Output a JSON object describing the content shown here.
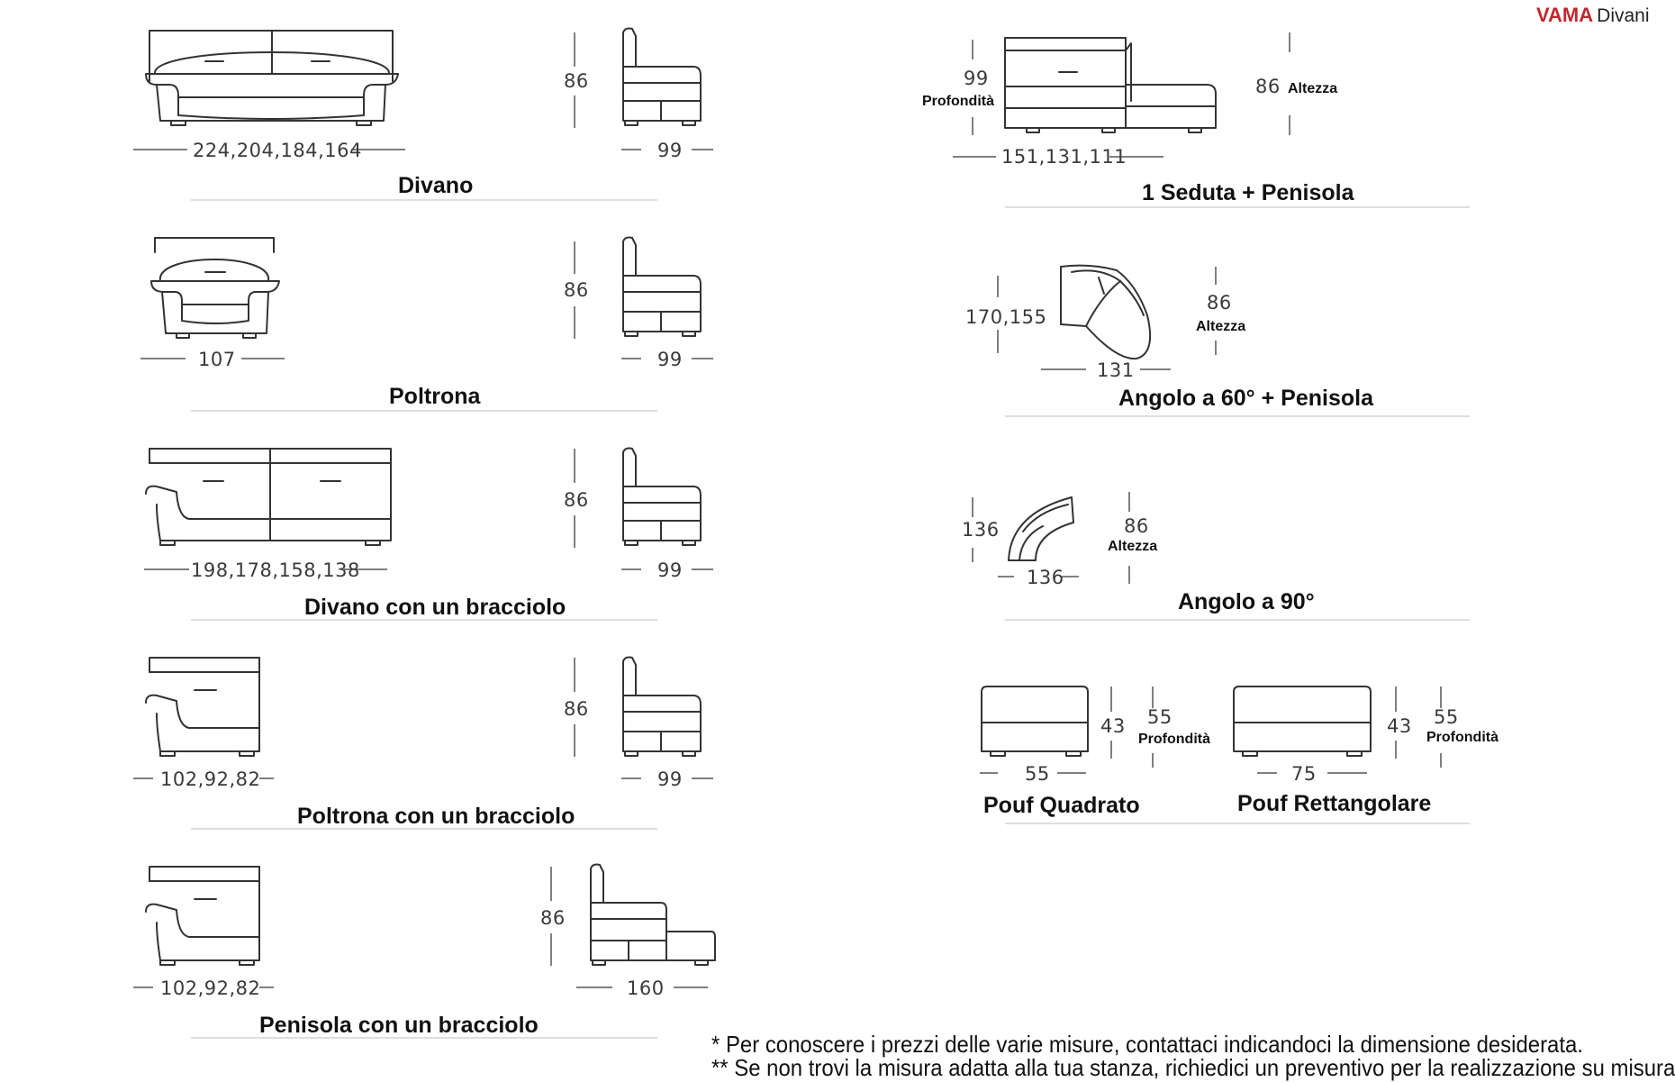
{
  "brand": {
    "logo_text": "VAMA",
    "logo_suffix": "Divani",
    "brand_color": "#c0282d"
  },
  "models": {
    "divano": {
      "title": "Divano",
      "width": "224,204,184,164",
      "height": "86",
      "depth": "99"
    },
    "poltrona": {
      "title": "Poltrona",
      "width": "107",
      "height": "86",
      "depth": "99"
    },
    "divano_bracciolo": {
      "title": "Divano con un bracciolo",
      "width": "198,178,158,138",
      "height": "86",
      "depth": "99"
    },
    "poltrona_bracciolo": {
      "title": "Poltrona con un bracciolo",
      "width": "102,92,82",
      "height": "86",
      "depth": "99"
    },
    "penisola_bracciolo": {
      "title": "Penisola con un bracciolo",
      "width": "102,92,82",
      "height": "86",
      "depth": "160"
    },
    "seduta_penisola": {
      "title": "1 Seduta + Penisola",
      "width": "151,131,111",
      "depth": "99",
      "depth_label": "Profondità",
      "height": "86",
      "height_label": "Altezza"
    },
    "angolo_60": {
      "title": "Angolo a 60° + Penisola",
      "side": "170,155",
      "width": "131",
      "height": "86",
      "height_label": "Altezza"
    },
    "angolo_90": {
      "title": "Angolo a 90°",
      "side": "136",
      "width": "136",
      "height": "86",
      "height_label": "Altezza"
    },
    "pouf_quadrato": {
      "title": "Pouf Quadrato",
      "width": "55",
      "height": "43",
      "depth": "55",
      "depth_label": "Profondità"
    },
    "pouf_rettangolare": {
      "title": "Pouf Rettangolare",
      "width": "75",
      "height": "43",
      "depth": "55",
      "depth_label": "Profondità"
    }
  },
  "notes": {
    "line1": "* Per conoscere i prezzi delle varie misure, contattaci indicandoci la dimensione desiderata.",
    "line2": "** Se non trovi la misura adatta alla tua stanza, richiedici un preventivo per la realizzazione su misura."
  }
}
